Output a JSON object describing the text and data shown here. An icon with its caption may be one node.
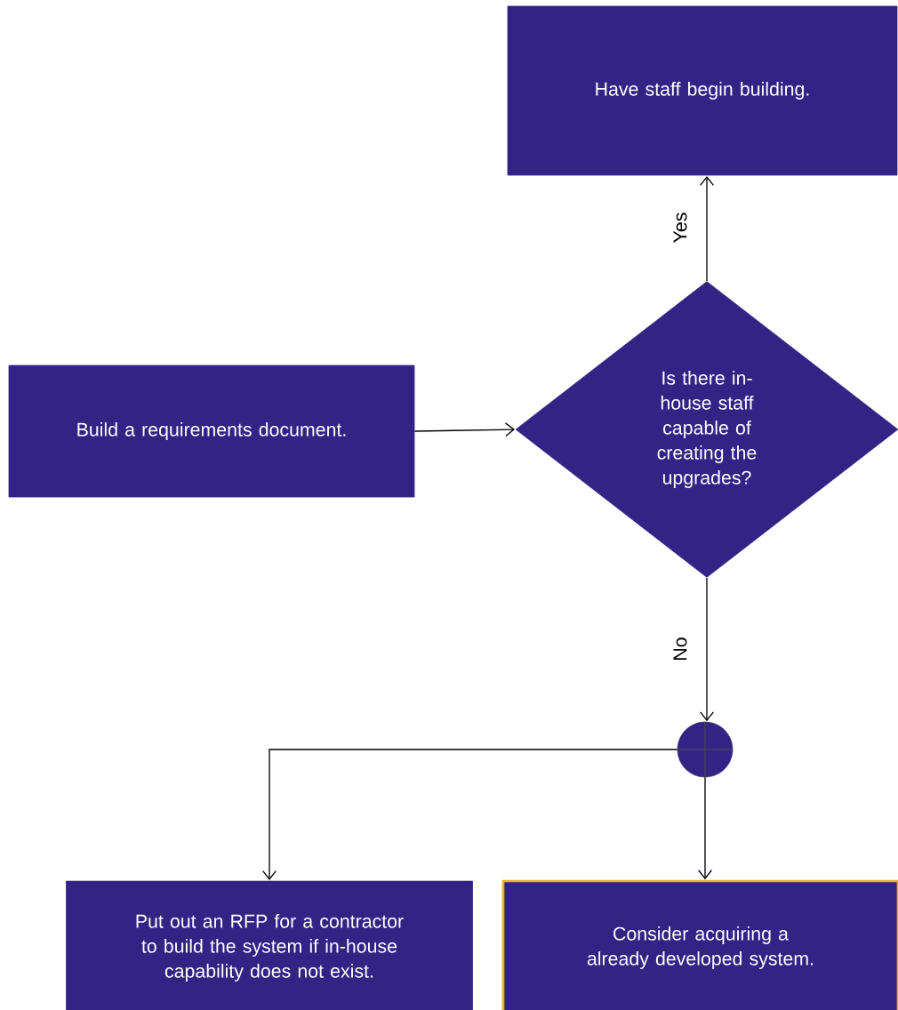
{
  "diagram": {
    "nodes": [
      {
        "text": [
          "Have staff begin building."
        ]
      },
      {
        "text": [
          "Build a requirements document."
        ]
      },
      {
        "text": [
          "Is there in-house staff capable of creating the upgrades?"
        ]
      },
      {
        "text": [],
        "shape": "circle"
      },
      {
        "text": [
          "Put out an RFP for a contractor to build the system if in-house capability does not exist."
        ]
      },
      {
        "text": [
          "Consider acquiring a  already developed system."
        ]
      }
    ],
    "edges": [
      {
        "from": 1,
        "to": 2,
        "arrow": "to"
      },
      {
        "from": 2,
        "to": 0,
        "arrow": "to",
        "label": "Yes"
      },
      {
        "from": 2,
        "to": 3,
        "arrow": "to",
        "label": "No"
      },
      {
        "from": 3,
        "to": 4,
        "arrow": "to"
      },
      {
        "from": 3,
        "to": 5,
        "arrow": "to"
      }
    ]
  }
}
